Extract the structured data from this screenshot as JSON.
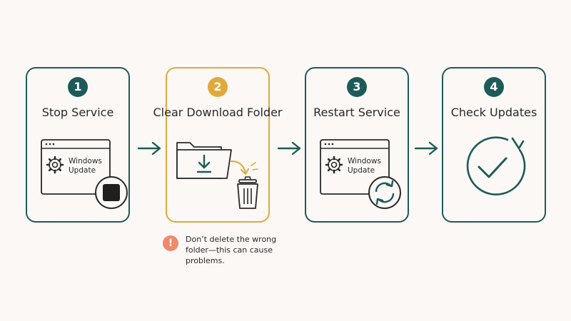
{
  "steps": [
    {
      "number": "1",
      "title": "Stop Service",
      "window_label_line1": "Windows",
      "window_label_line2": "Update"
    },
    {
      "number": "2",
      "title": "Clear Download Folder"
    },
    {
      "number": "3",
      "title": "Restart Service",
      "window_label_line1": "Windows",
      "window_label_line2": "Update"
    },
    {
      "number": "4",
      "title": "Check Updates"
    }
  ],
  "warning": {
    "text": "Don’t delete the wrong folder—this can cause problems.",
    "icon": "exclamation-icon"
  },
  "colors": {
    "primary": "#1e5b58",
    "highlight": "#e2a93a",
    "warning": "#ee8a6a",
    "background": "#fbf8f6"
  }
}
